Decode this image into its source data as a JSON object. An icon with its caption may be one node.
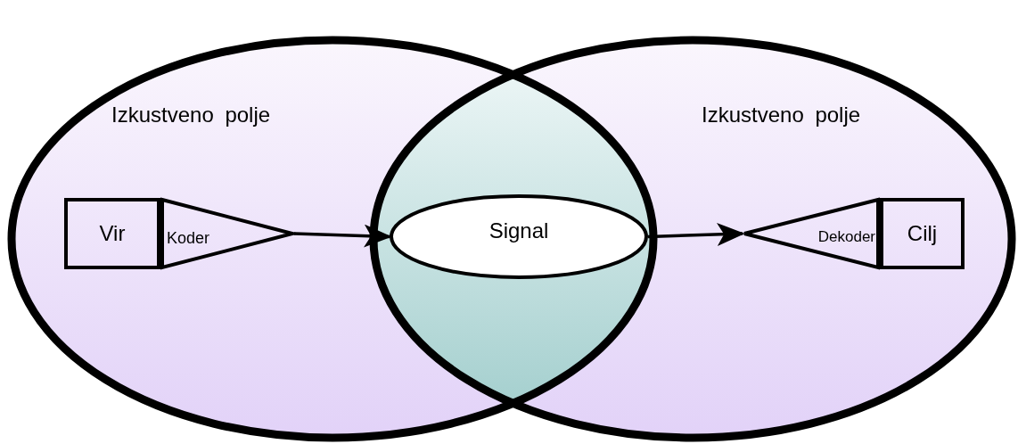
{
  "diagram": {
    "nodes": [
      {
        "text": [
          "Izkustveno polje"
        ]
      },
      {
        "text": [
          "Izkustveno polje"
        ]
      },
      {
        "text": [
          "Vir"
        ],
        "in": 0
      },
      {
        "text": [
          "Koder"
        ],
        "in": 0
      },
      {
        "text": [
          "Signal"
        ]
      },
      {
        "text": [
          "Dekoder"
        ],
        "in": 1
      },
      {
        "text": [
          "Cilj"
        ],
        "in": 1
      }
    ],
    "edges": [
      {
        "from": 3,
        "to": 4,
        "arrow": "to"
      },
      {
        "from": 4,
        "to": 5,
        "arrow": "to"
      }
    ]
  }
}
